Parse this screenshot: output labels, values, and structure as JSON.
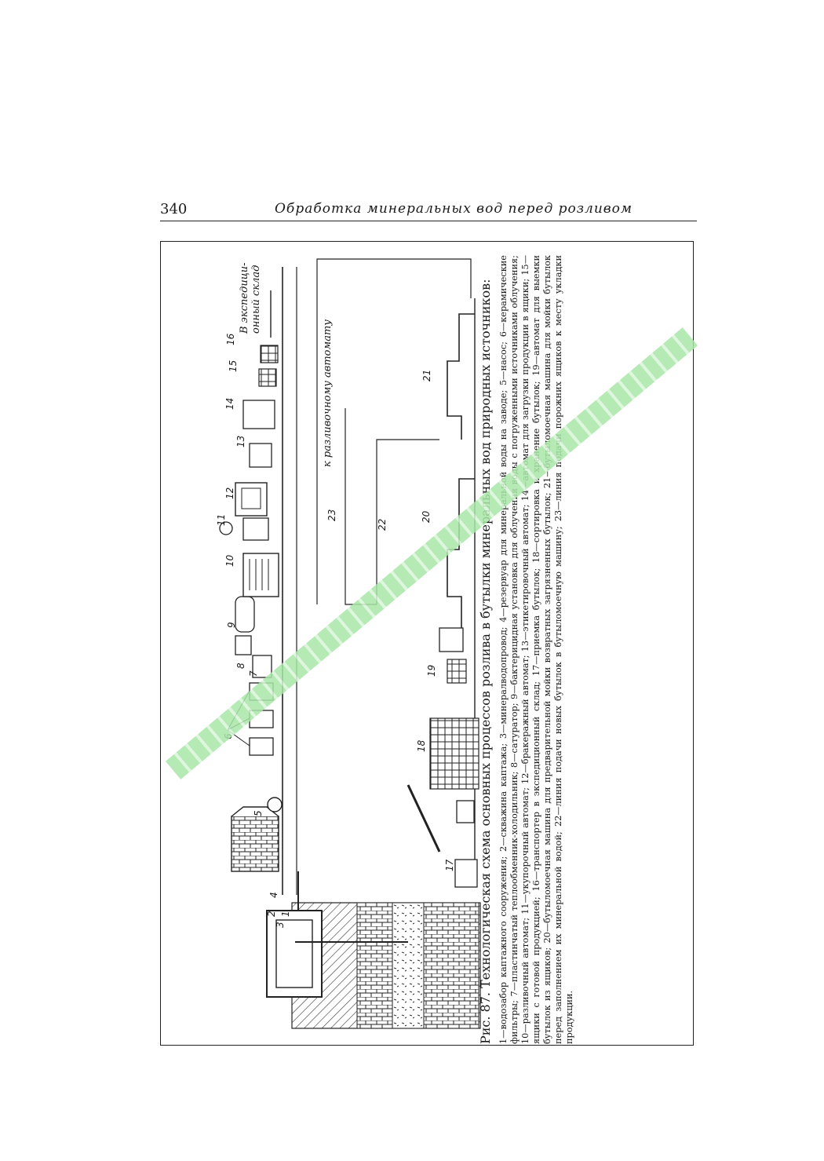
{
  "header": {
    "page_number": "340",
    "running_title": "Обработка минеральных вод перед розливом"
  },
  "diagram": {
    "numbers": [
      "1",
      "2",
      "3",
      "4",
      "5",
      "6",
      "7",
      "8",
      "9",
      "10",
      "11",
      "12",
      "13",
      "14",
      "15",
      "16",
      "17",
      "18",
      "19",
      "20",
      "21",
      "22",
      "23"
    ],
    "label_to_warehouse": "В экспедици-\nонный склад",
    "label_to_bottling": "к разливочному автомату"
  },
  "caption": {
    "title": "Рис. 87. Технологическая схема основных процессов розлива в бутылки минеральных вод природных источников:",
    "legend": "1—водозабор каптажного сооружения; 2—скважина каптажа; 3—минералводопровод; 4—резервуар для минеральной воды на заводе; 5—насос; 6—керамические фильтры; 7—пластинчатый теплообменник-холодильник; 8—сатуратор; 9—бактерицидная установка для облучения воды с погруженными источниками облучения; 10—разливочный автомат; 11—укупорочный автомат; 12—бракеражный автомат; 13—этикетировочный автомат; 14—автомат для загрузки продукции в ящики; 15—ящики с готовой продукцией; 16—транспортер в экспедиционный склад; 17—приемка бутылок; 18—сортировка и хранение бутылок; 19—автомат для выемки бутылок из ящиков; 20—бутыломоечная машина для предварительной мойки возвратных загрязненных бутылок; 21—бутыломоечная машина для мойки бутылок перед заполнением их минеральной водой; 22—линия подачи новых бутылок в бутыломоечную машину; 23—линия подачи порожних ящиков к месту укладки продукции."
  }
}
